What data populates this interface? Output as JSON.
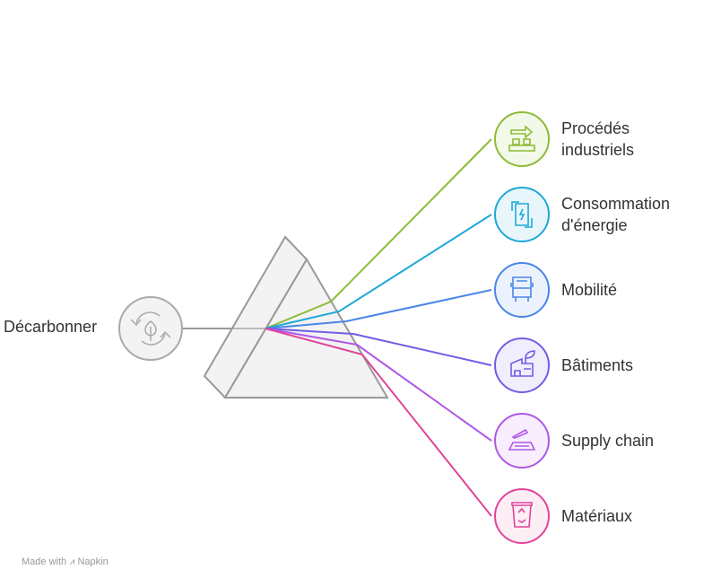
{
  "source": {
    "label": "Décarbonner",
    "icon": "recycle-leaf-icon",
    "color": "#a0a0a0"
  },
  "branches": [
    {
      "label": "Procédés industriels",
      "icon": "conveyor-icon",
      "color": "#8dbb38",
      "fill": "#f3f9e8"
    },
    {
      "label": "Consommation d'énergie",
      "icon": "battery-cycle-icon",
      "color": "#1ea8d8",
      "fill": "#e8f6fc"
    },
    {
      "label": "Mobilité",
      "icon": "bus-icon",
      "color": "#4a86e8",
      "fill": "#ecf2fd"
    },
    {
      "label": "Bâtiments",
      "icon": "green-building-icon",
      "color": "#6f5ee6",
      "fill": "#f0eefd"
    },
    {
      "label": "Supply chain",
      "icon": "airplane-runway-icon",
      "color": "#b058e6",
      "fill": "#f8eefd"
    },
    {
      "label": "Matériaux",
      "icon": "recycle-bin-icon",
      "color": "#e0459a",
      "fill": "#fdedf5"
    }
  ],
  "footer": "Made with ⩘ Napkin"
}
